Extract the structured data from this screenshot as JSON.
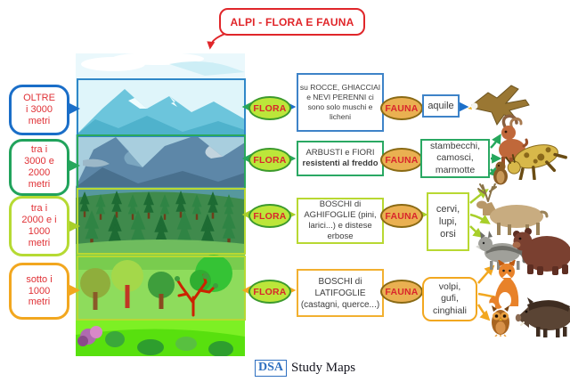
{
  "title": {
    "text": "ALPI - FLORA E FAUNA"
  },
  "altitude_labels": [
    {
      "text": "OLTRE\ni 3000\nmetri"
    },
    {
      "text": "tra i\n3000 e\n2000\nmetri"
    },
    {
      "text": "tra i\n2000 e i\n1000\nmetri"
    },
    {
      "text": "sotto i\n1000\nmetri"
    }
  ],
  "rows": [
    {
      "flora_label": "FLORA",
      "fauna_label": "FAUNA",
      "flora_desc": "su ROCCE, GHIACCIAI e NEVI PERENNI ci sono solo muschi e licheni",
      "fauna_animals": "aquile",
      "animal_icons": [
        "eagle"
      ]
    },
    {
      "flora_label": "FLORA",
      "fauna_label": "FAUNA",
      "flora_desc_1": "ARBUSTI e FIORI",
      "flora_desc_2": "resistenti al freddo",
      "fauna_animals": "stambecchi,\ncamosci,\nmarmotte",
      "animal_icons": [
        "ibex",
        "chamois",
        "marmot"
      ]
    },
    {
      "flora_label": "FLORA",
      "fauna_label": "FAUNA",
      "flora_desc": "BOSCHI di AGHIFOGLIE (pini, larici...) e distese erbose",
      "fauna_animals": "cervi,\nlupi,\norsi",
      "animal_icons": [
        "deer",
        "wolf",
        "bear"
      ]
    },
    {
      "flora_label": "FLORA",
      "fauna_label": "FAUNA",
      "flora_desc": "BOSCHI di LATIFOGLIE (castagni, querce...)",
      "fauna_animals": "volpi,\ngufi,\ncinghiali",
      "animal_icons": [
        "fox",
        "owl",
        "boar"
      ]
    }
  ],
  "footer": {
    "dsa": "DSA",
    "brand": "Study Maps"
  },
  "palette": {
    "row1_blue": "#1b6fc9",
    "row2_green": "#27a75c",
    "row3_lime": "#a8cf2a",
    "row4_orange": "#f2a71f",
    "title_red": "#e0262a",
    "label_text_red": "#e03136",
    "flora_fill": "#bce63a",
    "fauna_fill": "#eab051"
  }
}
